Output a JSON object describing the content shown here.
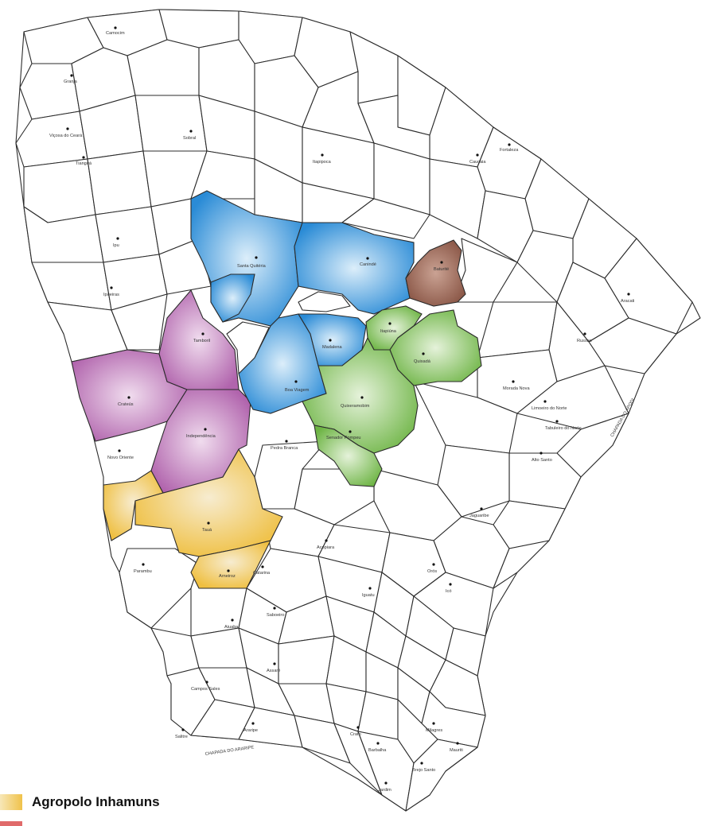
{
  "colors": {
    "agropolo_inhamuns": "#f0c24a",
    "agropolo_inhamuns_light": "#f7e7b8",
    "purple_group": "#b569b0",
    "purple_light": "#e8cfe6",
    "blue_group": "#2e8fd8",
    "blue_light": "#cfe7f7",
    "green_group": "#72b84a",
    "green_light": "#d9edc9",
    "brown_group": "#8d5a4a",
    "brown_light": "#c9a596",
    "next_swatch": "#e06a6a"
  },
  "legend": {
    "items": [
      {
        "label": "Agropolo Inhamuns",
        "color_key": "agropolo_inhamuns"
      }
    ]
  },
  "map_labels": {
    "boa_viagem": "Boa Viagem",
    "canindé": "Canindé",
    "crateús": "Crateús",
    "independência": "Independência",
    "tauá": "Tauá",
    "arneiroz": "Arneiroz",
    "tamboril": "Tamboril",
    "quixeramobim": "Quixeramobim",
    "quixadá": "Quixadá",
    "santa_quiteria": "Santa Quitéria",
    "madalena": "Madalena",
    "baturite": "Baturité",
    "itapiuna": "Itapiúna",
    "parambu": "Parambu",
    "saboeiro": "Saboeiro",
    "iguatu": "Iguatu",
    "crato": "Crato",
    "jaguaribe": "Jaguaribe",
    "russas": "Russas",
    "aracati": "Aracati",
    "sobral": "Sobral",
    "itapipoca": "Itapipoca",
    "caucaia": "Caucaia",
    "fortaleza": "Fortaleza",
    "pedra_branca": "Pedra Branca",
    "senador_pompeu": "Senador Pompeu",
    "catarina": "Catarina",
    "aiuaba": "Aiuaba",
    "assare": "Assaré",
    "campos_sales": "Campos Sales",
    "barbalha": "Barbalha",
    "mauriti": "Mauriti",
    "milagres": "Milagres",
    "brejo_santo": "Brejo Santo",
    "jardim": "Jardim",
    "salitre": "Salitre",
    "araripe": "Araripe",
    "acopiara": "Acopiara",
    "ico": "Icó",
    "oros": "Orós",
    "limoeiro": "Limoeiro do Norte",
    "morada_nova": "Morada Nova",
    "tabuleiro": "Tabuleiro do Norte",
    "alto_santo": "Alto Santo",
    "camocim": "Camocim",
    "granja": "Granja",
    "vicosa": "Viçosa do Ceará",
    "tiangua": "Tianguá",
    "ipu": "Ipu",
    "ipueiras": "Ipueiras",
    "crateus_novo": "Novo Oriente",
    "serra_chapada": "CHAPADA DO ARARIPE",
    "serra_apodi": "CHAPADA DO APODI"
  }
}
